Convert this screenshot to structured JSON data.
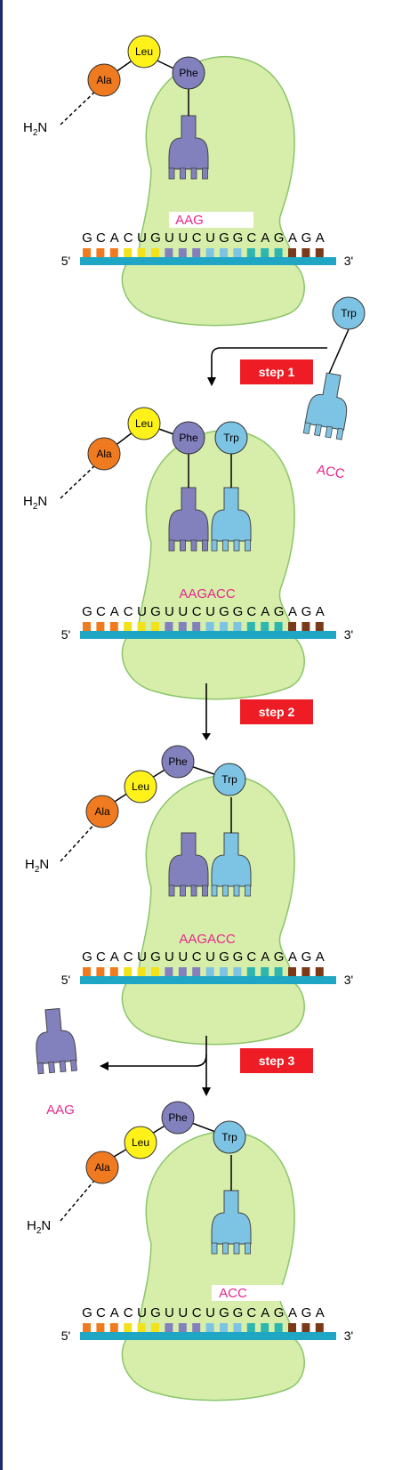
{
  "colors": {
    "ribosome": "#d6eeaa",
    "ribosome_stroke": "#8bc56a",
    "mrna_backbone": "#1fa6c4",
    "trna_phe": "#8280bd",
    "trna_trp": "#7dc3e3",
    "anticodon": "#e8268c",
    "step_badge": "#ee1c24",
    "ala": "#f07a1f",
    "leu": "#fff21a",
    "phe": "#8280bd",
    "trp": "#7dc3e3"
  },
  "labels": {
    "amino_group_h": "H",
    "amino_group_sub": "2",
    "amino_group_n": "N",
    "five_prime": "5'",
    "three_prime": "3'",
    "mrna_sequence": "GCACUGUUCUGGCAGAGA"
  },
  "amino_acids": {
    "ala": "Ala",
    "leu": "Leu",
    "phe": "Phe",
    "trp": "Trp"
  },
  "anticodons": {
    "phe": "AAG",
    "trp": "ACC"
  },
  "steps": [
    "step 1",
    "step 2",
    "step 3"
  ]
}
